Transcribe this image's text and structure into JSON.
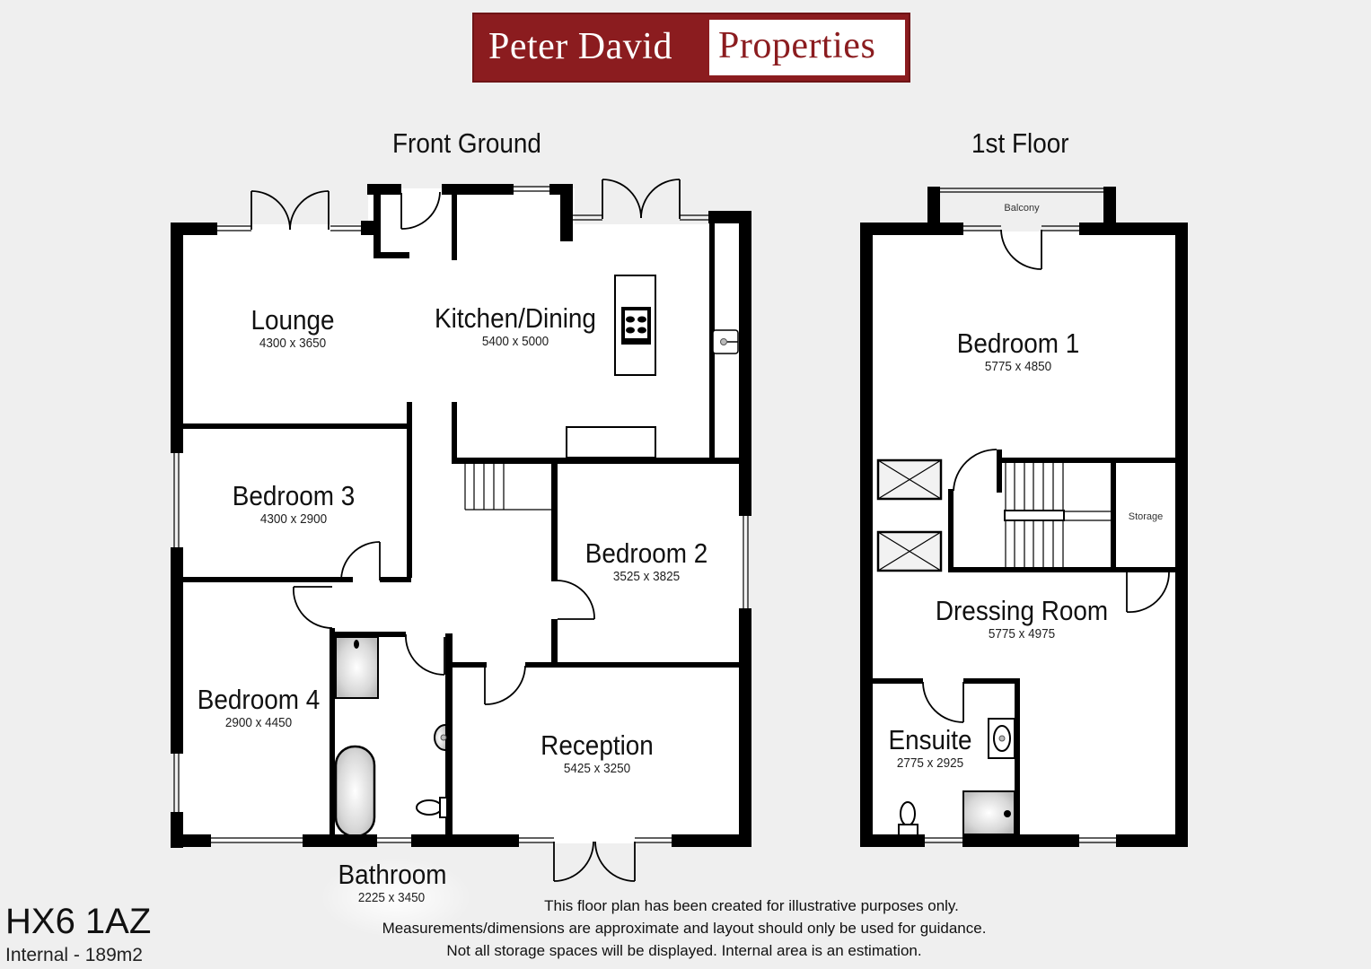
{
  "brand": {
    "name_left": "Peter David",
    "name_right": "Properties",
    "colors": {
      "maroon": "#8b1c1f",
      "white": "#ffffff"
    }
  },
  "floors": [
    {
      "title": "Front Ground",
      "rooms": [
        {
          "name": "Lounge",
          "dims": "4300 x 3650"
        },
        {
          "name": "Kitchen/Dining",
          "dims": "5400 x 5000"
        },
        {
          "name": "Bedroom 3",
          "dims": "4300 x 2900"
        },
        {
          "name": "Bedroom 2",
          "dims": "3525 x 3825"
        },
        {
          "name": "Bedroom 4",
          "dims": "2900 x 4450"
        },
        {
          "name": "Reception",
          "dims": "5425 x 3250"
        },
        {
          "name": "Bathroom",
          "dims": "2225 x 3450"
        }
      ]
    },
    {
      "title": "1st Floor",
      "rooms": [
        {
          "name": "Bedroom 1",
          "dims": "5775 x 4850"
        },
        {
          "name": "Dressing Room",
          "dims": "5775 x 4975"
        },
        {
          "name": "Ensuite",
          "dims": "2775 x 2925"
        }
      ],
      "small_labels": {
        "balcony": "Balcony",
        "storage": "Storage"
      }
    }
  ],
  "footer": {
    "postcode": "HX6 1AZ",
    "internal_area": "Internal - 189m2",
    "disclaimer": [
      "This floor plan has been created for illustrative purposes only.",
      "Measurements/dimensions are approximate and layout should only be used for guidance.",
      "Not all storage spaces will be displayed. Internal area is an estimation."
    ]
  }
}
